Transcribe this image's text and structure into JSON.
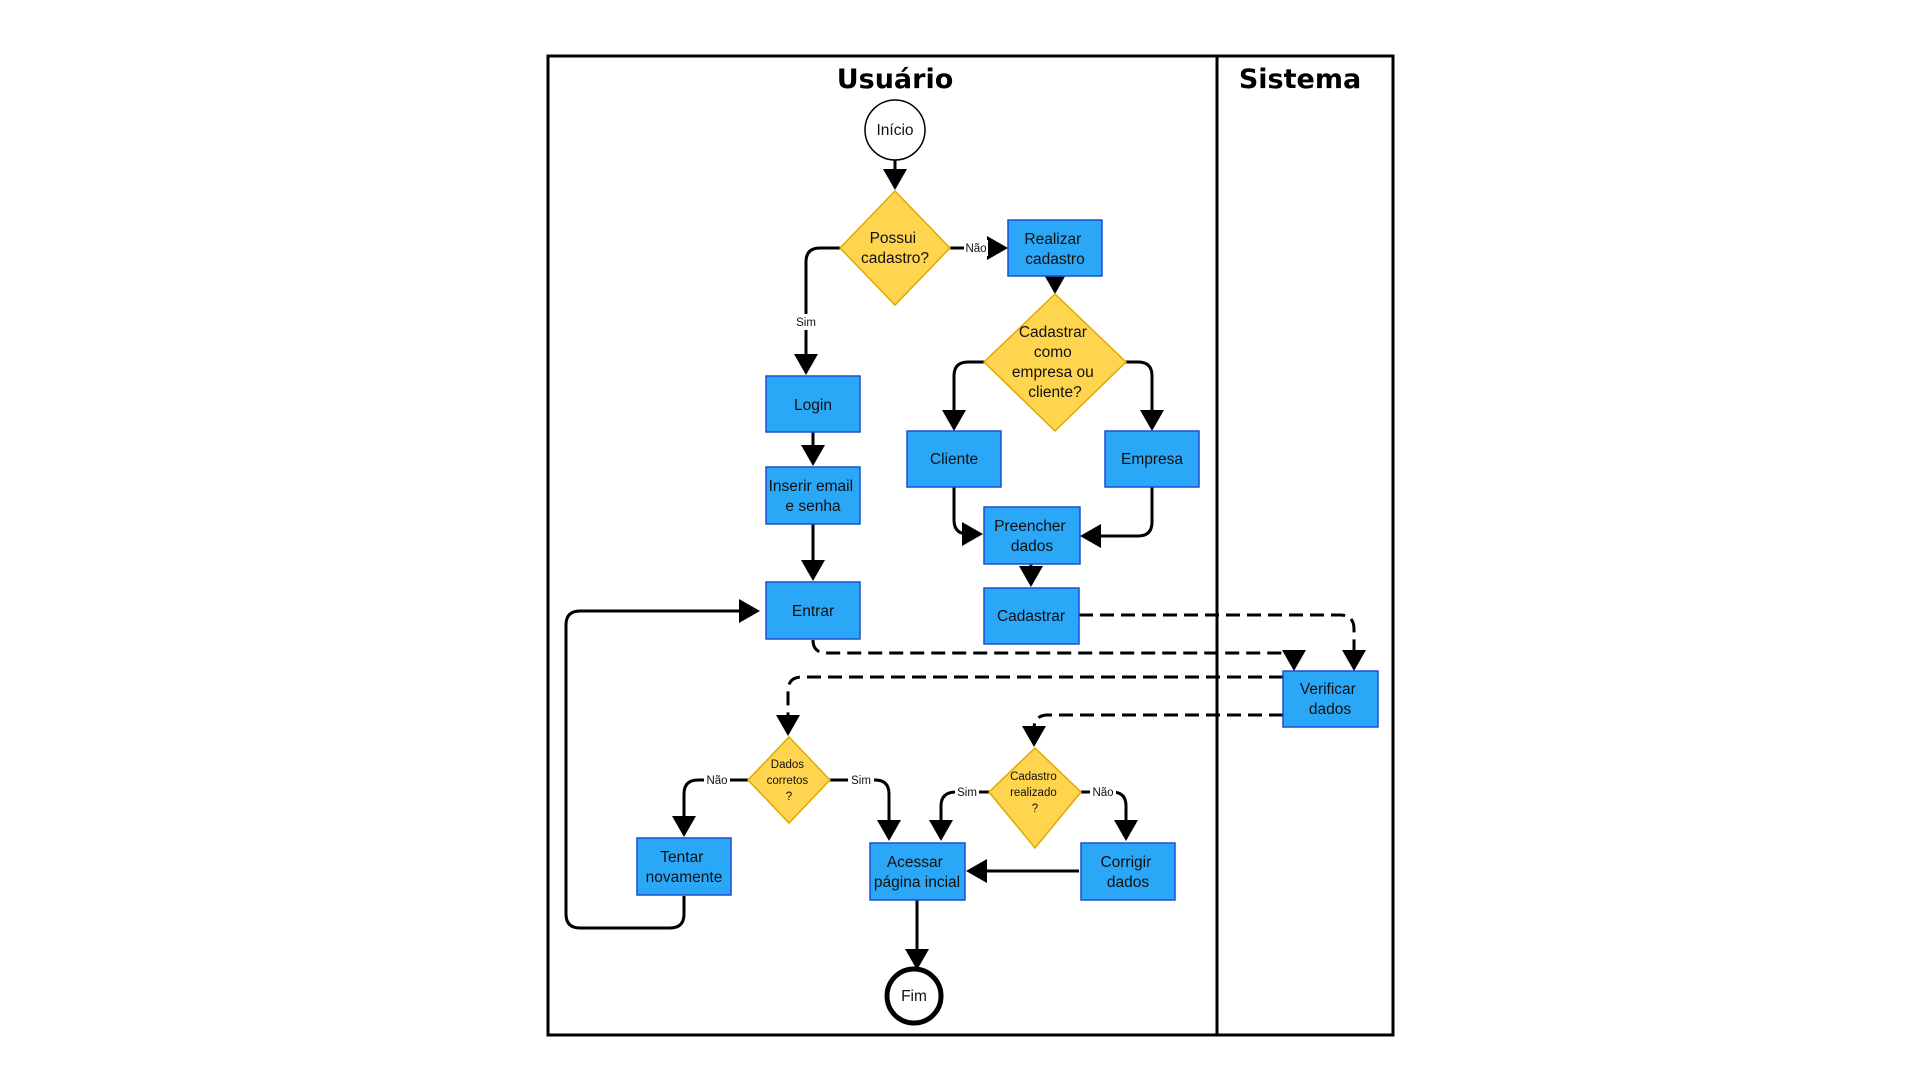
{
  "lanes": {
    "user": "Usuário",
    "system": "Sistema"
  },
  "nodes": {
    "start": "Início",
    "has_account": [
      "Possui",
      "cadastro?"
    ],
    "register": [
      "Realizar",
      "cadastro"
    ],
    "register_as": [
      "Cadastrar",
      "como",
      "empresa ou",
      "cliente?"
    ],
    "login": "Login",
    "client": "Cliente",
    "company": "Empresa",
    "enter_credentials": [
      "Inserir email",
      "e senha"
    ],
    "fill_data": [
      "Preencher",
      "dados"
    ],
    "enter": "Entrar",
    "submit_register": "Cadastrar",
    "verify_data": [
      "Verificar",
      "dados"
    ],
    "data_correct": [
      "Dados",
      "corretos",
      "?"
    ],
    "registration_done": [
      "Cadastro",
      "realizado",
      "?"
    ],
    "try_again": [
      "Tentar",
      "novamente"
    ],
    "access_home": [
      "Acessar",
      "página incial"
    ],
    "fix_data": [
      "Corrigir",
      "dados"
    ],
    "end": "Fim"
  },
  "edge_labels": {
    "has_account_no": "Não",
    "has_account_yes": "Sim",
    "data_correct_no": "Não",
    "data_correct_yes": "Sim",
    "registration_yes": "Sim",
    "registration_no": "Não"
  },
  "colors": {
    "process_fill": "#2aa8f7",
    "process_border": "#1e4fd0",
    "decision_fill": "#ffd54f",
    "decision_border": "#e0a800",
    "line": "#000000"
  }
}
